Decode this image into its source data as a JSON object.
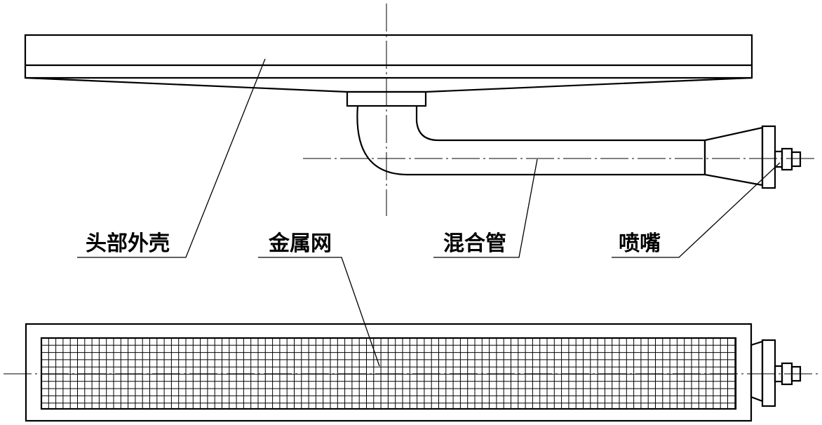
{
  "labels": {
    "shell": "头部外壳",
    "mesh": "金属网",
    "mixing_tube": "混合管",
    "nozzle": "喷嘴"
  }
}
